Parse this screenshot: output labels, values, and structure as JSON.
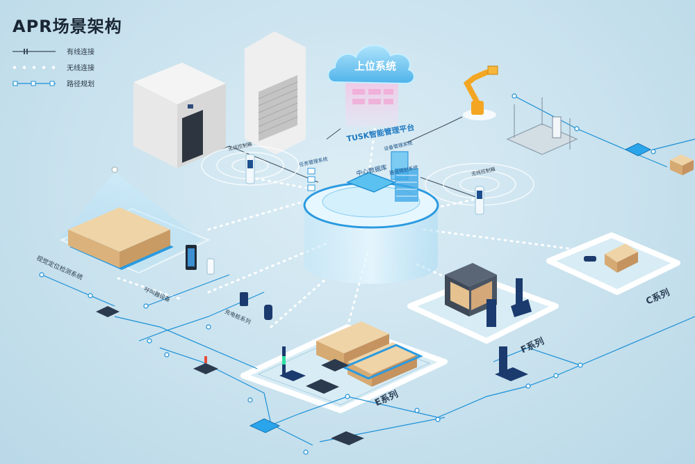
{
  "title": "APR场景架构",
  "legend": [
    {
      "label": "有线连接",
      "style": "wired"
    },
    {
      "label": "无线连接",
      "style": "wireless"
    },
    {
      "label": "路径规划",
      "style": "path"
    }
  ],
  "cloud": {
    "label": "上位系统"
  },
  "platform": {
    "label": "TUSK智能管理平台",
    "center": "中心数据库"
  },
  "modules": {
    "task": "任务管理系统",
    "device": "设备管理系统",
    "schedule": "路径规划系统"
  },
  "wireless_nodes": [
    "无线控制箱",
    "无线控制箱"
  ],
  "stations": {
    "camera_system": "视觉定位检测系统",
    "screen": "呼叫器设备",
    "charger": "充电桩系列"
  },
  "series": {
    "e": "E系列",
    "f": "F系列",
    "c": "C系列"
  },
  "colors": {
    "accent": "#1a8fd6",
    "line_dark": "#3a4a5a",
    "robot_blue": "#1590d8",
    "robot_navy": "#1b3a6e",
    "box": "#e9c99a"
  }
}
